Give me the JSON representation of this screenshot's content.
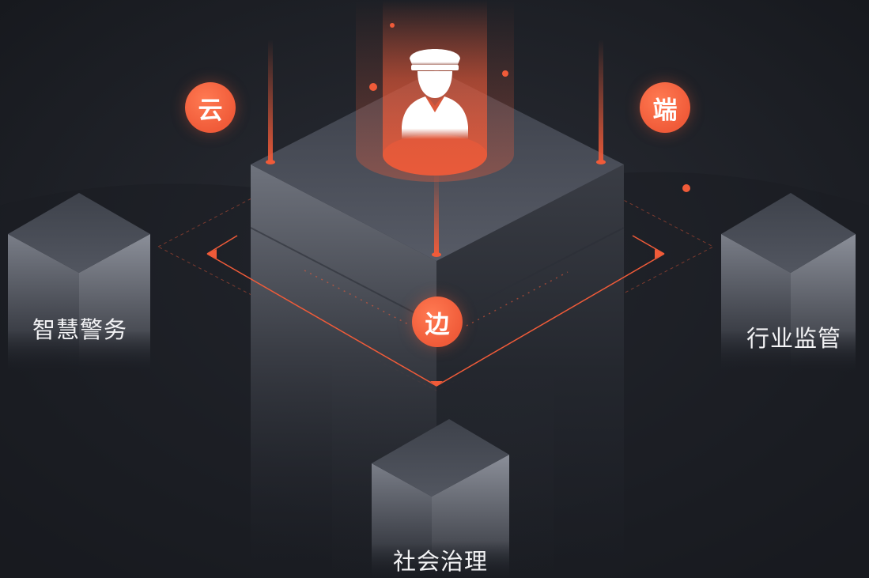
{
  "badges": {
    "cloud": "云",
    "terminal": "端",
    "edge": "边"
  },
  "labels": {
    "smart_police": "智慧警务",
    "industry_supervision": "行业监管",
    "social_governance": "社会治理"
  },
  "icons": {
    "center": "police-officer-icon"
  },
  "colors": {
    "background": "#1d2027",
    "accent": "#f05b39",
    "cube_top": "#4a4e59",
    "cube_left": "#6b6f7a",
    "cube_right": "#2f323a",
    "label_text": "#f2f2f4"
  }
}
